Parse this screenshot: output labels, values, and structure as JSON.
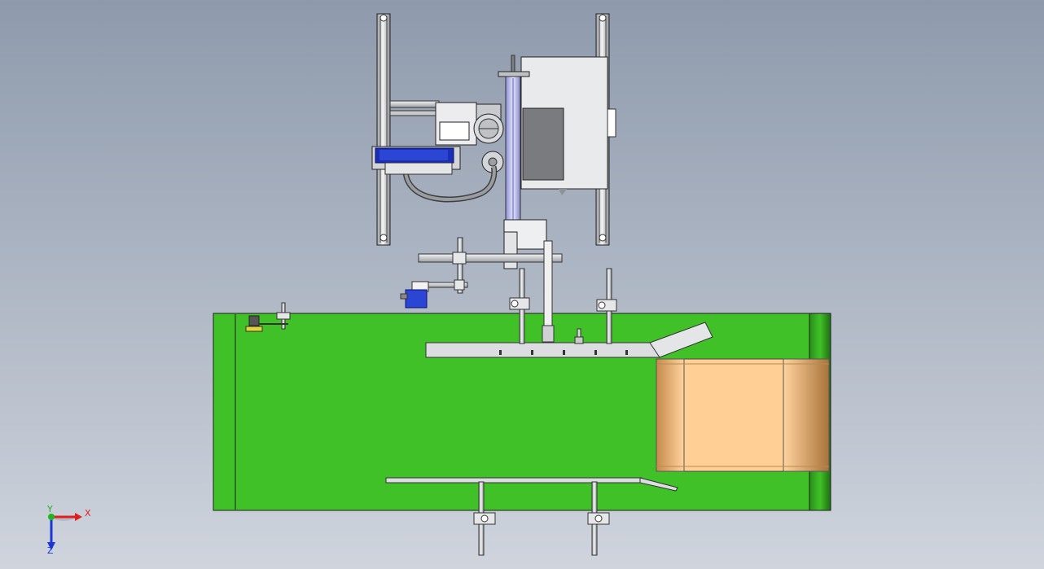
{
  "viewport": {
    "background_top": "#8e9aac",
    "background_bottom": "#cfd4dd"
  },
  "colors": {
    "conveyor_green": "#3fc127",
    "conveyor_dark": "#2a8f19",
    "box_tan": "#ffcf95",
    "box_shadow": "#b07a3f",
    "machine_frame": "#e9eaec",
    "machine_shadow": "#8d9095",
    "panel_dark": "#7a7b7e",
    "label_blue": "#1b2fb5",
    "motor_blue": "#2b45d4",
    "edge": "#2a2a2a"
  },
  "axis_triad": {
    "x_label": "X",
    "y_label": "Y",
    "z_label": "Z",
    "x_color": "#e01e1e",
    "y_color": "#1fb51f",
    "z_color": "#1a36d6"
  }
}
